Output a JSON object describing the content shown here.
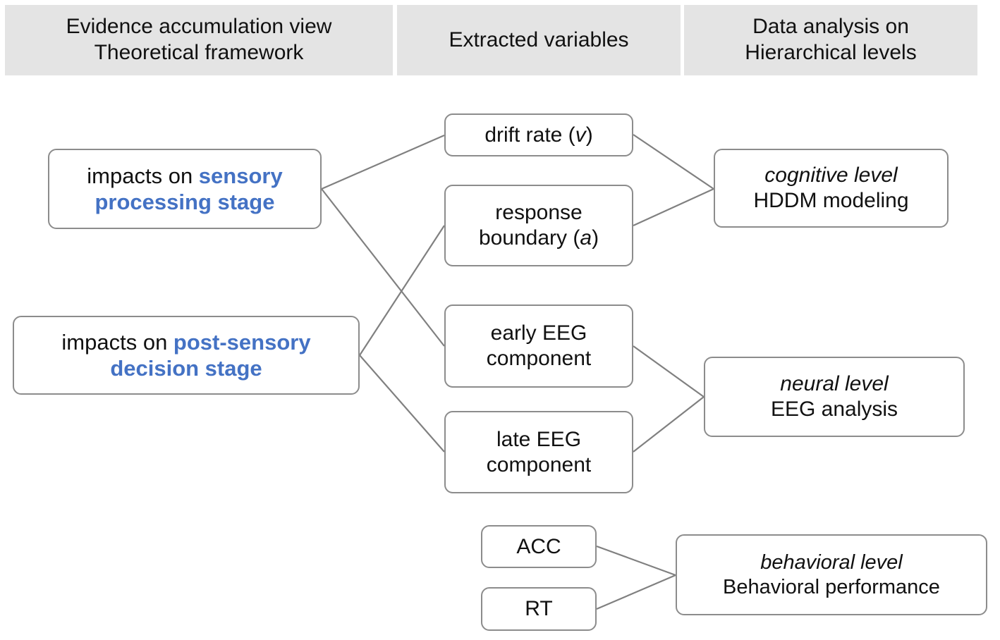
{
  "header": {
    "columns": [
      {
        "line1": "Evidence accumulation view",
        "line2": "Theoretical framework"
      },
      {
        "line1": "Extracted variables",
        "line2": ""
      },
      {
        "line1": "Data analysis on",
        "line2": "Hierarchical levels"
      }
    ],
    "background_color": "#e4e4e4"
  },
  "theme": {
    "accent_blue": "#4472c4",
    "box_border": "#8c8c8c",
    "connector_line": "#808080",
    "text_color": "#111111",
    "page_background": "#ffffff"
  },
  "nodes": {
    "sensory": {
      "prefix": "impacts on ",
      "emphasis_line1": "sensory",
      "emphasis_line2": "processing stage"
    },
    "postsensory": {
      "prefix": "impacts on ",
      "emphasis_line1": "post-sensory",
      "emphasis_line2": "decision stage"
    },
    "drift": {
      "text": "drift rate (",
      "symbol": "v",
      "suffix": ")"
    },
    "boundary": {
      "line1": "response",
      "line2_text": "boundary (",
      "symbol": "a",
      "line2_suffix": ")"
    },
    "early_eeg": {
      "line1": "early EEG",
      "line2": "component"
    },
    "late_eeg": {
      "line1": "late EEG",
      "line2": "component"
    },
    "acc": {
      "label": "ACC"
    },
    "rt": {
      "label": "RT"
    },
    "cognitive": {
      "level": "cognitive level",
      "method": "HDDM modeling"
    },
    "neural": {
      "level": "neural level",
      "method": "EEG analysis"
    },
    "behavioral": {
      "level": "behavioral level",
      "method": "Behavioral performance"
    }
  },
  "edges": [
    {
      "from": "sensory",
      "to": "drift"
    },
    {
      "from": "sensory",
      "to": "early_eeg"
    },
    {
      "from": "postsensory",
      "to": "boundary"
    },
    {
      "from": "postsensory",
      "to": "late_eeg"
    },
    {
      "from": "drift",
      "to": "cognitive"
    },
    {
      "from": "boundary",
      "to": "cognitive"
    },
    {
      "from": "early_eeg",
      "to": "neural"
    },
    {
      "from": "late_eeg",
      "to": "neural"
    },
    {
      "from": "acc",
      "to": "behavioral"
    },
    {
      "from": "rt",
      "to": "behavioral"
    }
  ]
}
